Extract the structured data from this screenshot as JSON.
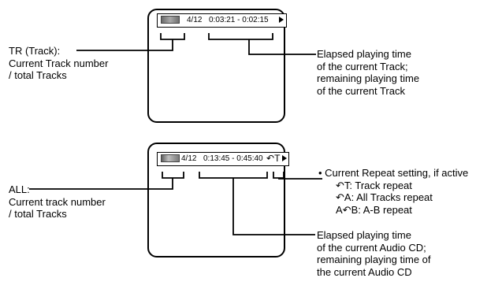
{
  "diagram_top": {
    "osd": {
      "track": "4/12",
      "time": "0:03:21 - 0:02:15"
    },
    "label_left": [
      "TR (Track):",
      "Current Track number",
      "/ total Tracks"
    ],
    "label_right": [
      "Elapsed playing time",
      "of the current Track;",
      "remaining playing time",
      "of the current Track"
    ]
  },
  "diagram_bottom": {
    "osd": {
      "track": "4/12",
      "time": "0:13:45 - 0:45:40",
      "repeat_letter": "T"
    },
    "label_left": [
      "ALL:",
      "Current track number",
      "/ total Tracks"
    ],
    "repeat_heading": "• Current Repeat setting, if active",
    "repeat_items": [
      {
        "icon": "repeat-arrow-icon",
        "prefix": "",
        "letter": "T",
        "text": ": Track repeat"
      },
      {
        "icon": "repeat-arrow-icon",
        "prefix": "",
        "letter": "A",
        "text": ": All Tracks repeat"
      },
      {
        "icon": "repeat-arrow-icon",
        "prefix": "A",
        "letter": "B",
        "text": ": A-B repeat"
      }
    ],
    "label_elapsed": [
      "Elapsed playing time",
      "of the current Audio CD;",
      "remaining playing time of",
      "the current Audio CD"
    ]
  }
}
